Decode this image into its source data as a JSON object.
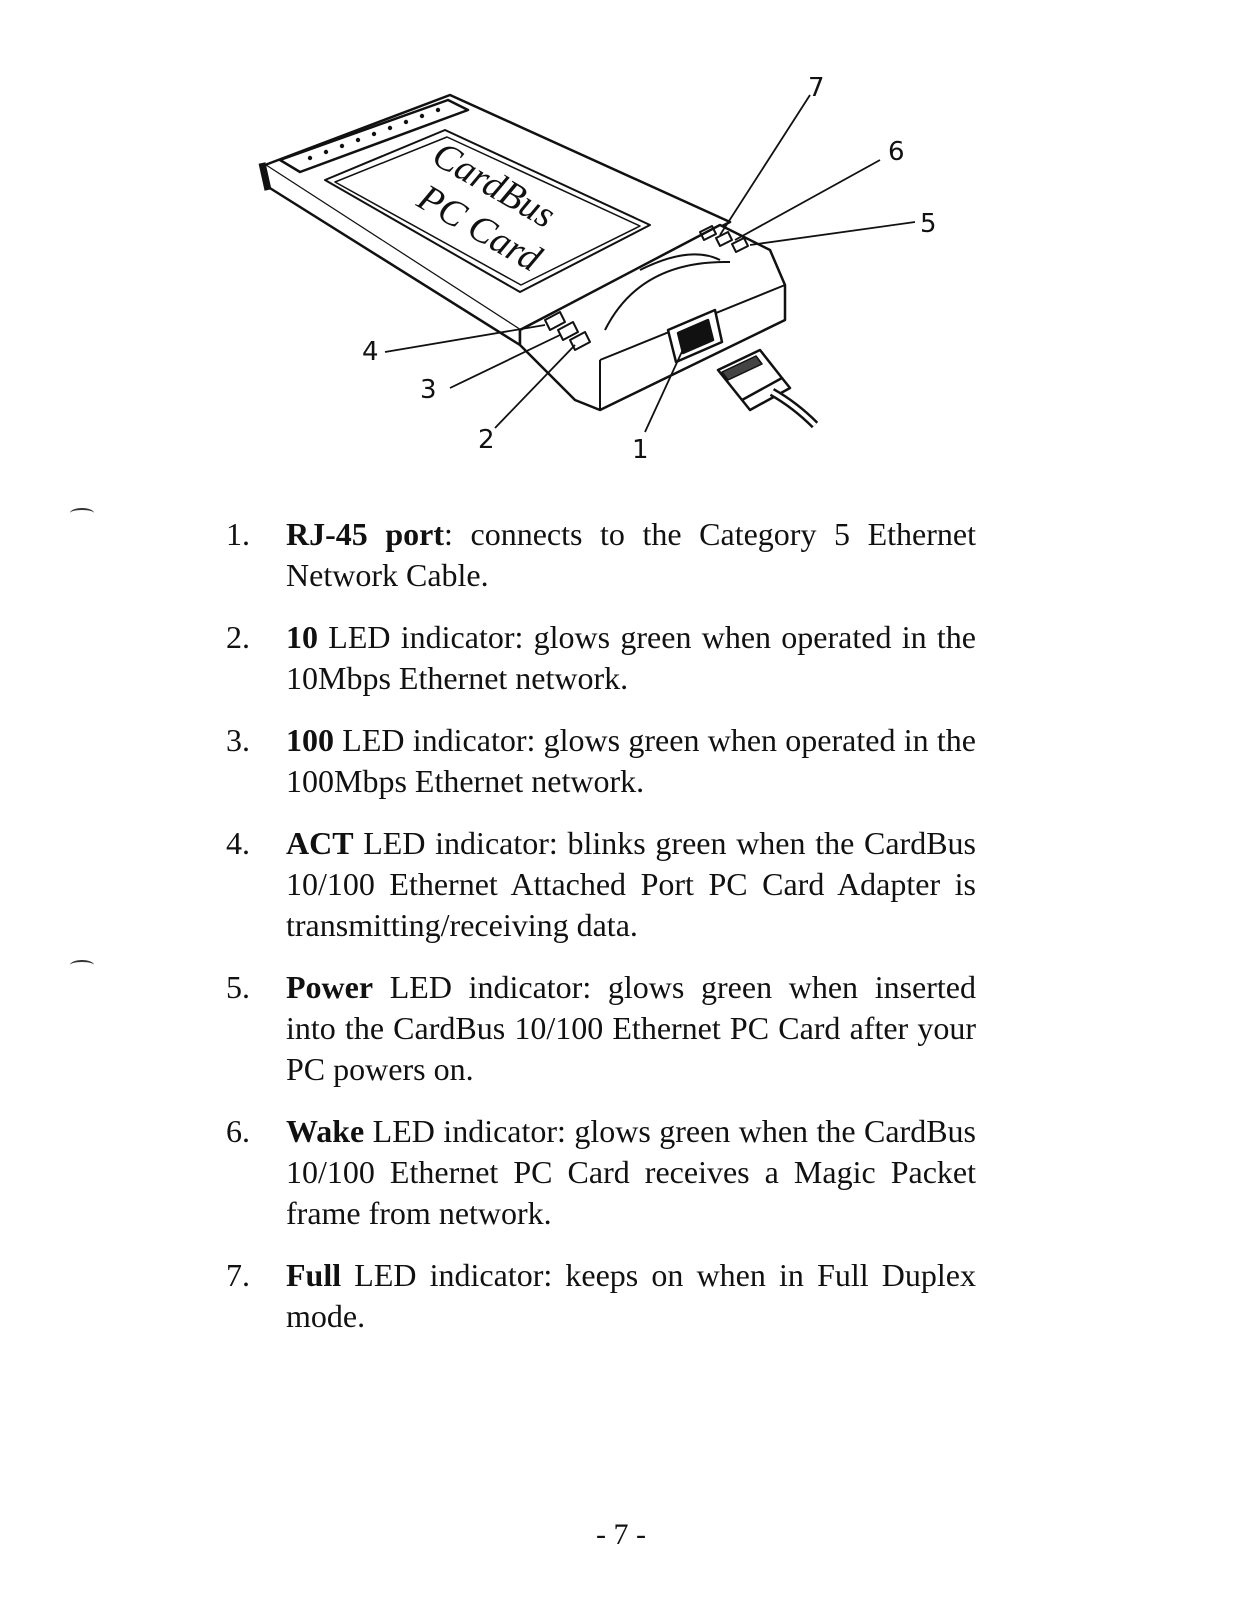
{
  "figure": {
    "card_label_line1": "CardBus",
    "card_label_line2": "PC Card",
    "callouts": [
      "1",
      "2",
      "3",
      "4",
      "5",
      "6",
      "7"
    ]
  },
  "items": [
    {
      "number": "1.",
      "term": "RJ-45 port",
      "text": ": connects to the Category 5 Ethernet Network Cable."
    },
    {
      "number": "2.",
      "term": "10",
      "text": " LED indicator: glows green when operated in the 10Mbps Ethernet network."
    },
    {
      "number": "3.",
      "term": "100",
      "text": " LED indicator: glows green when operated in the 100Mbps Ethernet network."
    },
    {
      "number": "4.",
      "term": "ACT",
      "text": " LED indicator: blinks green when the CardBus 10/100 Ethernet Attached Port PC Card Adapter is transmitting/receiving data."
    },
    {
      "number": "5.",
      "term": "Power",
      "text": " LED indicator: glows green when inserted into the CardBus 10/100 Ethernet PC Card after your PC powers on."
    },
    {
      "number": "6.",
      "term": "Wake",
      "text": " LED indicator: glows green when the CardBus 10/100 Ethernet PC Card receives a Magic Packet frame from network."
    },
    {
      "number": "7.",
      "term": "Full",
      "text": " LED indicator: keeps on when in Full Duplex mode."
    }
  ],
  "footer": {
    "page_number": "- 7 -"
  }
}
